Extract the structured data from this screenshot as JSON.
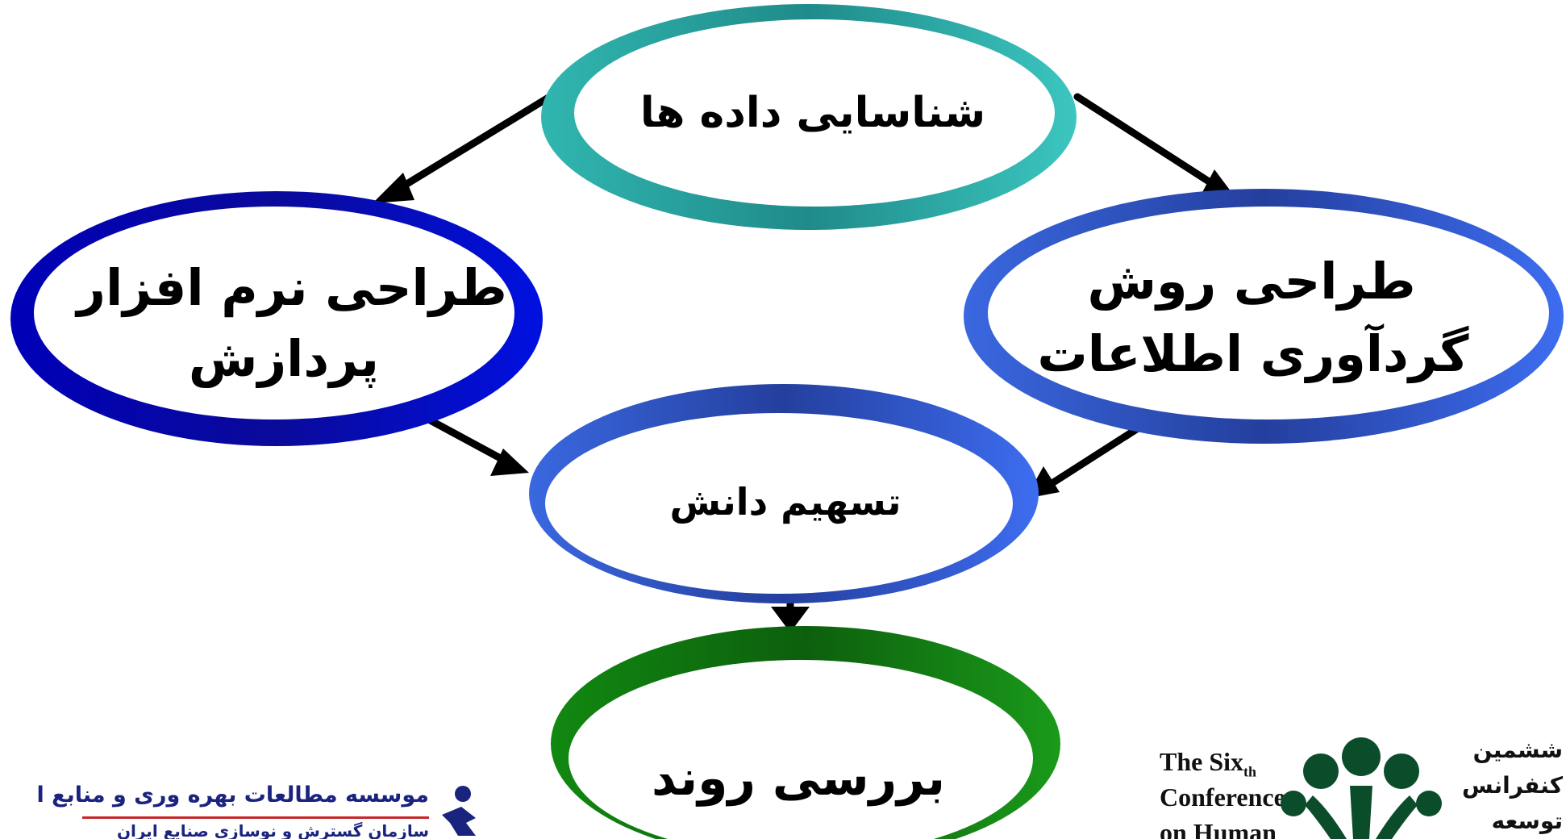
{
  "diagram": {
    "nodes": {
      "data_identification": {
        "label": "شناسایی داده ها",
        "color": "#2aa8a8"
      },
      "software_design": {
        "line1": "طراحی نرم افزار",
        "line2": "پردازش",
        "color": "#0a0ac8"
      },
      "collection_method": {
        "line1": "طراحی روش",
        "line2": "گردآوری اطلاعات",
        "color": "#2f5fd6"
      },
      "knowledge_sharing": {
        "label": "تسهیم دانش",
        "color": "#2f5fd6"
      },
      "trend_review": {
        "label": "بررسی روند",
        "color": "#1b7d1b"
      }
    },
    "edges": [
      {
        "from": "data_identification",
        "to": "software_design"
      },
      {
        "from": "data_identification",
        "to": "collection_method"
      },
      {
        "from": "software_design",
        "to": "knowledge_sharing"
      },
      {
        "from": "collection_method",
        "to": "knowledge_sharing"
      },
      {
        "from": "knowledge_sharing",
        "to": "trend_review"
      }
    ]
  },
  "institute_logo": {
    "name": "موسسه مطالعات بهره وری و منابع انسانی",
    "subtitle": "سازمان گسترش و نوسازی صنایع ایران",
    "color": "#1a237e"
  },
  "conference_logo": {
    "en_line1": "The Six",
    "en_sup": "th",
    "en_line2": "Conference",
    "en_line3": "on Human",
    "fa_line1": "ششمین",
    "fa_line2": "کنفرانس",
    "fa_line3": "توسعه",
    "emblem_color": "#0b4d2a"
  }
}
